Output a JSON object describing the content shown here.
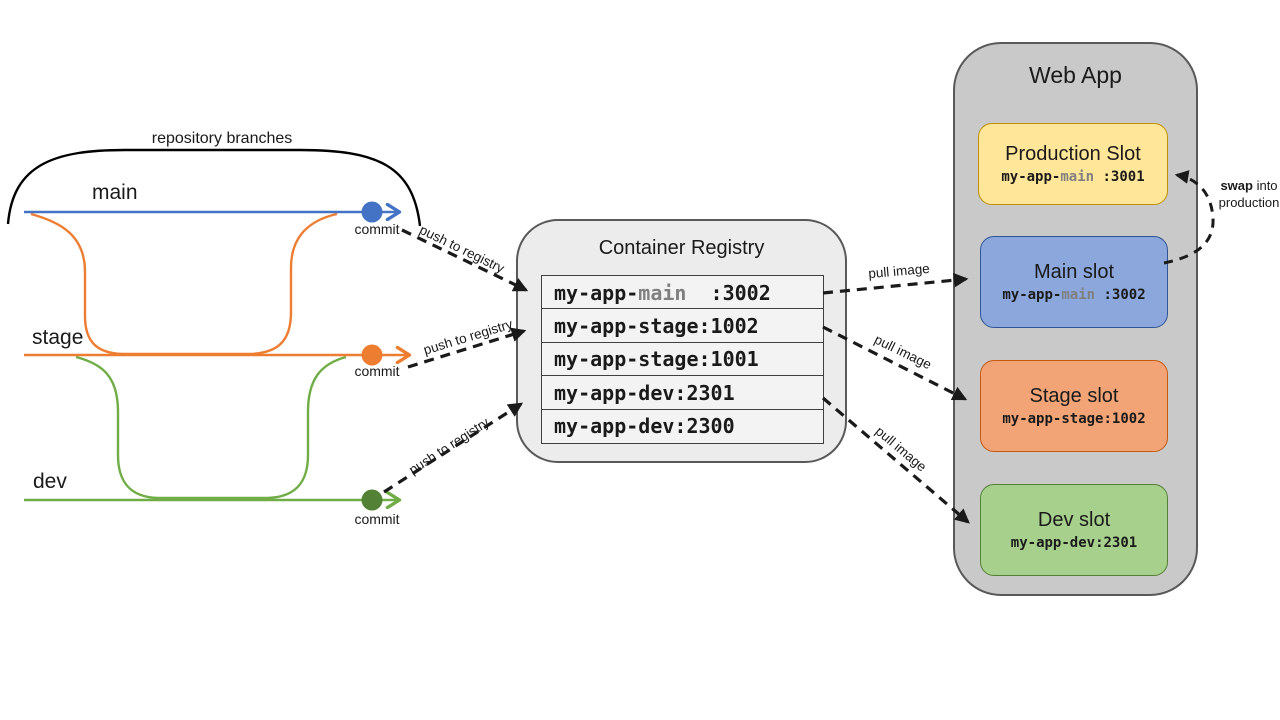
{
  "git": {
    "group_label": "repository branches",
    "branch_main": "main",
    "branch_stage": "stage",
    "branch_dev": "dev",
    "commit_main": "commit",
    "commit_stage": "commit",
    "commit_dev": "commit",
    "colors": {
      "main_line": "#4472C4",
      "stage_line": "#ED7D31",
      "dev_line": "#70AD47",
      "main_commit_dot": "#4472C4",
      "stage_commit_dot": "#ED7D31",
      "dev_commit_dot": "#538135",
      "muted_branch_text": "#808080"
    }
  },
  "arrows": {
    "push_main": "push to registry",
    "push_stage": "push to registry",
    "push_dev": "push to registry",
    "pull_main": "pull image",
    "pull_stage": "pull image",
    "pull_dev": "pull image",
    "swap_bold": "swap",
    "swap_rest": " into",
    "swap_line2": "production",
    "color": "#1a1a1a"
  },
  "registry": {
    "title": "Container Registry",
    "rows": [
      {
        "pre": "my-app-",
        "branch": "main",
        "post": "  :3002"
      },
      {
        "pre": "my-app-stage:1002",
        "branch": "",
        "post": ""
      },
      {
        "pre": "my-app-stage:1001",
        "branch": "",
        "post": ""
      },
      {
        "pre": "my-app-dev:2301",
        "branch": "",
        "post": ""
      },
      {
        "pre": "my-app-dev:2300",
        "branch": "",
        "post": ""
      }
    ],
    "box_fill": "#ECECEC",
    "row_fill": "#F3F3F3",
    "border": "#595959"
  },
  "webapp": {
    "title": "Web App",
    "box_fill": "#C9C9C9",
    "border": "#595959",
    "slots": [
      {
        "title": "Production Slot",
        "pre": "my-app-",
        "branch": "main",
        "post": " :3001",
        "fill": "#FFE699",
        "border": "#BF9000"
      },
      {
        "title": "Main slot",
        "pre": "my-app-",
        "branch": "main",
        "post": " :3002",
        "fill": "#8BA7DB",
        "border": "#2F5597"
      },
      {
        "title": "Stage slot",
        "pre": "my-app-stage:1002",
        "branch": "",
        "post": "",
        "fill": "#F2A477",
        "border": "#C55A11"
      },
      {
        "title": "Dev slot",
        "pre": "my-app-dev:2301",
        "branch": "",
        "post": "",
        "fill": "#A8D08D",
        "border": "#538135"
      }
    ]
  }
}
